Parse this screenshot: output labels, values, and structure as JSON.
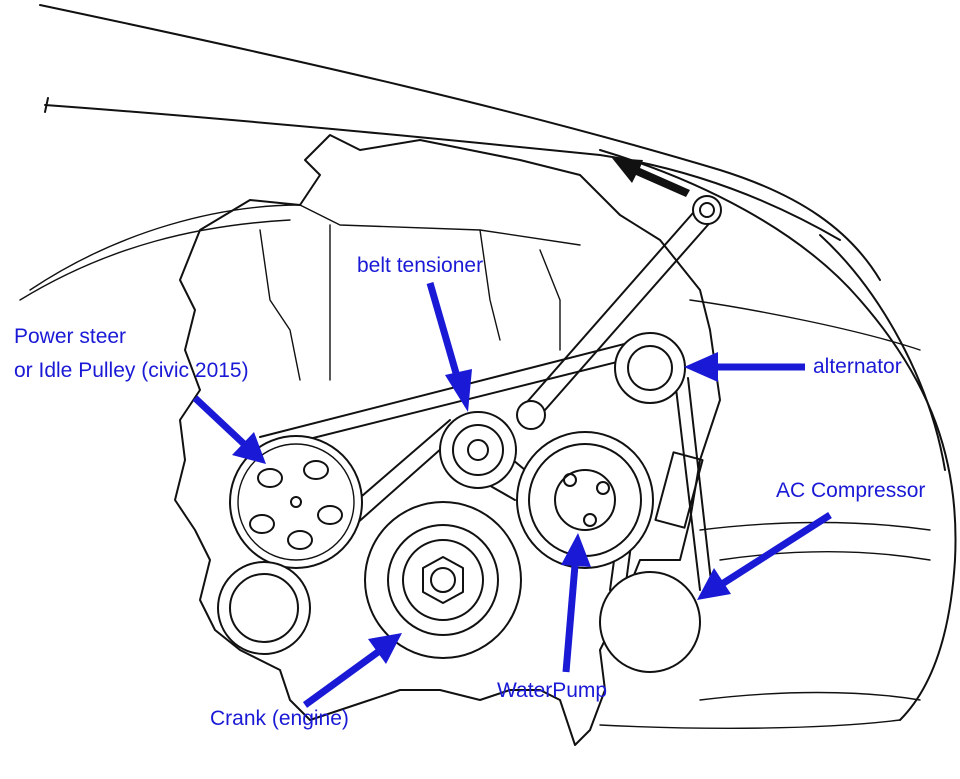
{
  "diagram": {
    "labels": {
      "belt_tensioner": "belt tensioner",
      "power_steer_line1": "Power steer",
      "power_steer_line2": "or Idle Pulley (civic 2015)",
      "alternator": "alternator",
      "ac_compressor": "AC Compressor",
      "crank": "Crank (engine)",
      "water_pump": "WaterPump"
    },
    "colors": {
      "callout": "#1a1ad6",
      "line_art": "#111111",
      "background": "#ffffff"
    },
    "icons": {
      "direction_arrow": "black-arrow-icon"
    }
  }
}
